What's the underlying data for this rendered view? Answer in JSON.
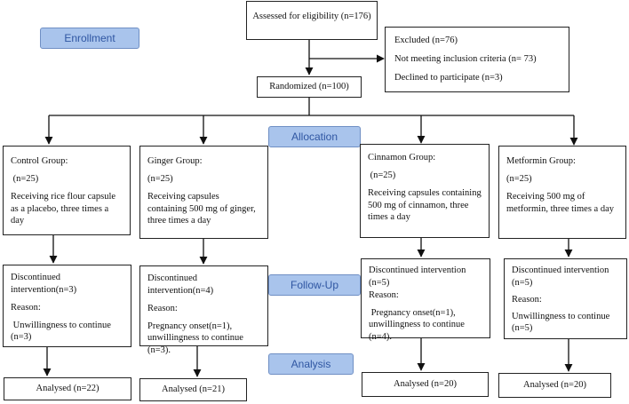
{
  "stages": {
    "enrollment": "Enrollment",
    "allocation": "Allocation",
    "follow_up": "Follow-Up",
    "analysis": "Analysis"
  },
  "assessed": "Assessed for eligibility (n=176)",
  "excluded": {
    "title": "Excluded (n=76)",
    "reason1": "Not meeting inclusion criteria (n= 73)",
    "reason2": "Declined to participate (n=3)"
  },
  "randomized": "Randomized (n=100)",
  "groups": [
    {
      "name": "Control Group:",
      "n": " (n=25)",
      "desc": "Receiving rice flour capsule as a placebo, three times a day",
      "discontinued": "Discontinued intervention(n=3)",
      "reason_label": "Reason:",
      "reasons": " Unwillingness to continue (n=3)",
      "analysed": "Analysed (n=22)"
    },
    {
      "name": "Ginger Group:",
      "n": "(n=25)",
      "desc": "Receiving capsules containing 500 mg of ginger, three times a day",
      "discontinued": "Discontinued intervention(n=4)",
      "reason_label": "Reason:",
      "reasons": "Pregnancy onset(n=1), unwillingness to continue (n=3).",
      "analysed": "Analysed (n=21)"
    },
    {
      "name": "Cinnamon Group:",
      "n": " (n=25)",
      "desc": "Receiving capsules containing 500 mg of cinnamon, three times a day",
      "discontinued": "Discontinued intervention (n=5)",
      "reason_label": "Reason:",
      "reasons": " Pregnancy onset(n=1), unwillingness to continue (n=4).",
      "analysed": "Analysed (n=20)"
    },
    {
      "name": "Metformin Group:",
      "n": "(n=25)",
      "desc": "Receiving 500 mg of metformin, three times a day",
      "discontinued": "Discontinued intervention (n=5)",
      "reason_label": "Reason:",
      "reasons": "Unwillingness to continue (n=5)",
      "analysed": "Analysed (n=20)"
    }
  ]
}
